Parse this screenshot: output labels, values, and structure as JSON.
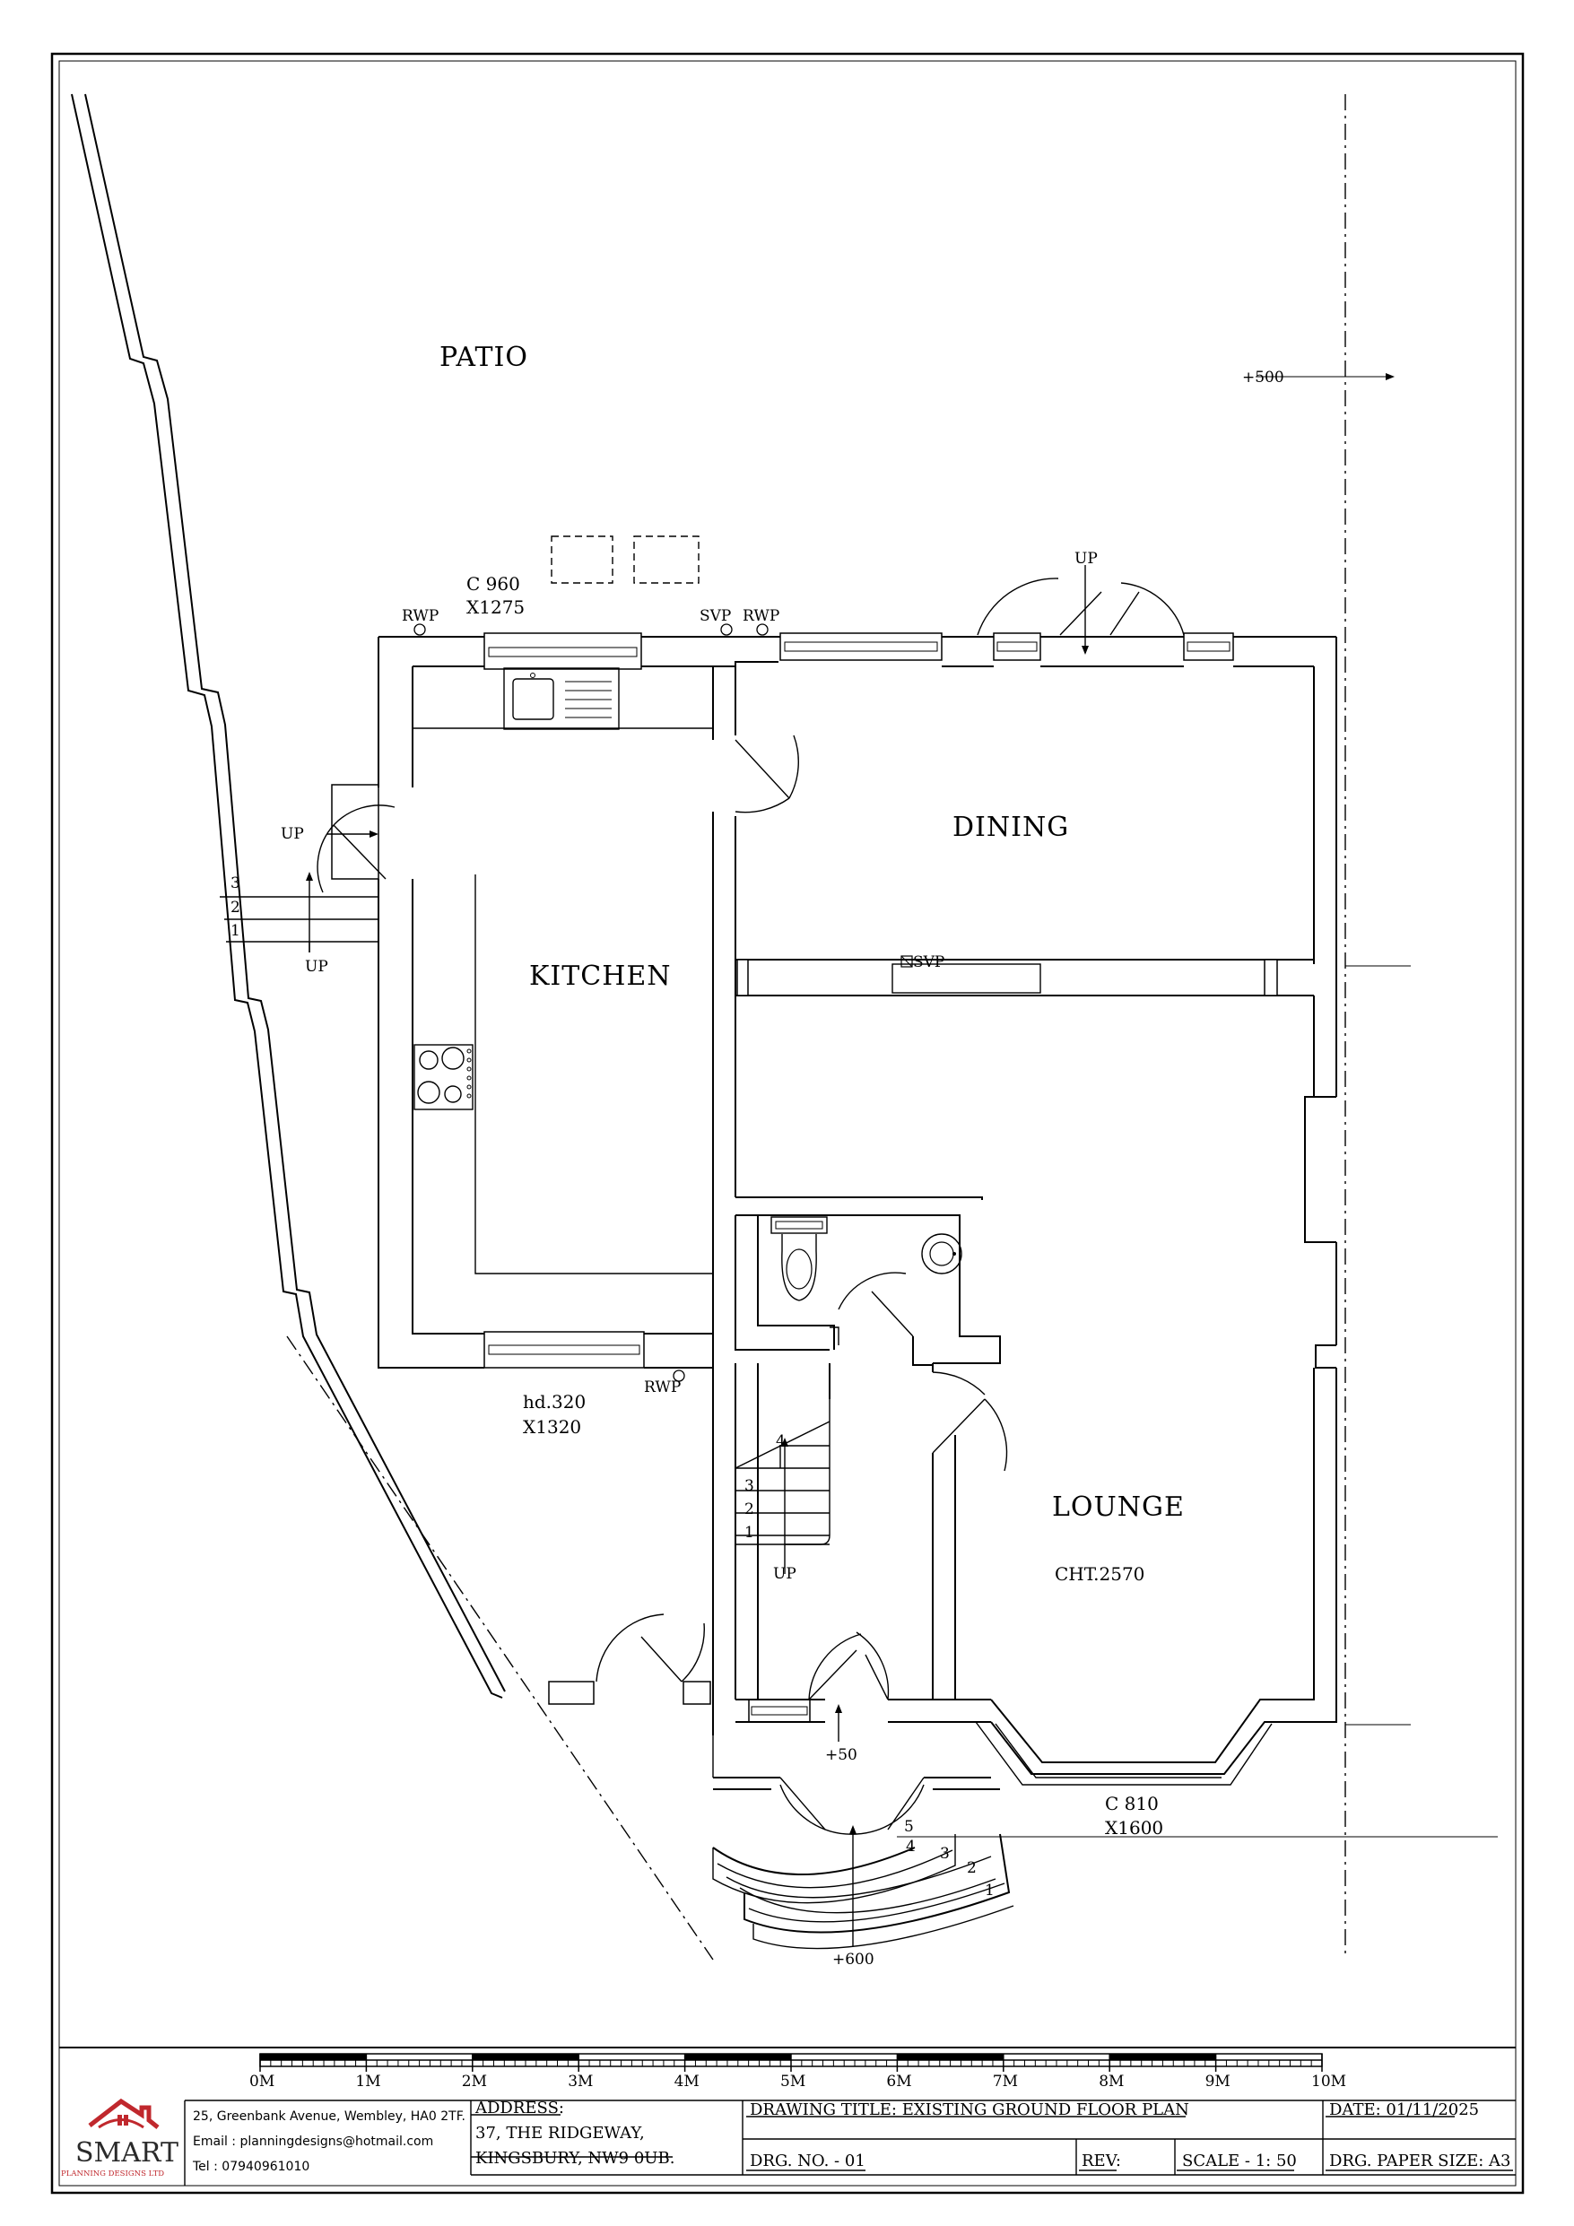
{
  "drawing": {
    "rooms": {
      "patio": "PATIO",
      "kitchen": "KITCHEN",
      "dining": "DINING",
      "lounge": "LOUNGE"
    },
    "labels": {
      "level_500": "+500",
      "up_rear": "UP",
      "window_kitchen_rear_1": "C 960",
      "window_kitchen_rear_2": "X1275",
      "rwp_1": "RWP",
      "svp_1": "SVP",
      "rwp_2": "RWP",
      "up_side_door": "UP",
      "step_3": "3",
      "step_2": "2",
      "step_1": "1",
      "up_side_steps": "UP",
      "svp_dining": "SVP",
      "window_kitchen_front_1": "hd.320",
      "window_kitchen_front_2": "X1320",
      "rwp_3": "RWP",
      "stair_4": "4",
      "stair_3": "3",
      "stair_2": "2",
      "stair_1": "1",
      "up_stairs": "UP",
      "ceiling_height": "CHT.2570",
      "level_50": "+50",
      "window_lounge_1": "C 810",
      "window_lounge_2": "X1600",
      "front_step_5": "5",
      "front_step_4": "4",
      "front_step_3": "3",
      "front_step_2": "2",
      "front_step_1": "1",
      "level_600": "+600"
    },
    "scale_bar": [
      "0M",
      "1M",
      "2M",
      "3M",
      "4M",
      "5M",
      "6M",
      "7M",
      "8M",
      "9M",
      "10M"
    ]
  },
  "title_block": {
    "company": {
      "name": "SMART",
      "subtitle": "PLANNING DESIGNS LTD",
      "address": "25, Greenbank Avenue, Wembley, HA0 2TF.",
      "email": "Email : planningdesigns@hotmail.com",
      "tel": "Tel : 07940961010"
    },
    "address_label": "ADDRESS:",
    "address_line1": "37, THE RIDGEWAY,",
    "address_line2": "KINGSBURY, NW9 0UB.",
    "drawing_title": "DRAWING TITLE: EXISTING GROUND FLOOR PLAN",
    "drg_no": "DRG. NO. - 01",
    "rev": "REV:",
    "scale": "SCALE - 1: 50",
    "date": "DATE: 01/11/2025",
    "paper_size_label": "DRG. PAPER SIZE:",
    "paper_size_value": "A3"
  }
}
